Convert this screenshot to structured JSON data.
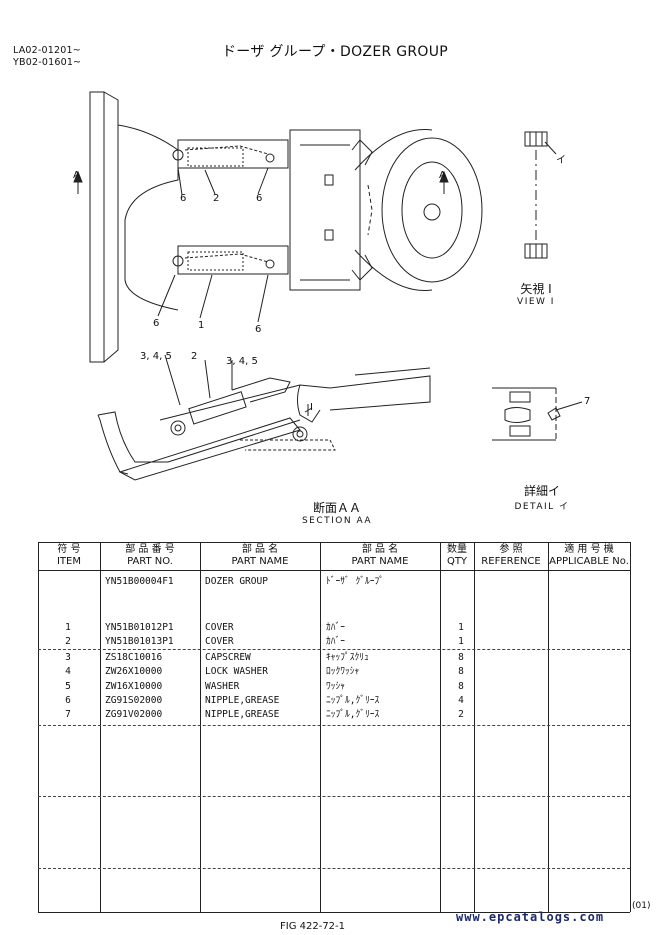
{
  "header": {
    "serial_1": "LA02-01201~",
    "serial_2": "YB02-01601~",
    "title": "ドーザ グループ・DOZER GROUP"
  },
  "drawing": {
    "callouts_top": [
      "6",
      "2",
      "6",
      "6",
      "1",
      "6"
    ],
    "section_marker": "A",
    "callouts_side": [
      "3, 4, 5",
      "2",
      "3, 4, 5"
    ],
    "view_marker": "I",
    "detail_callout": "7",
    "view_caption_jp": "矢視 I",
    "view_caption_en": "VIEW I",
    "view_marker_label": "イ",
    "section_caption_jp": "断面ＡＡ",
    "section_caption_en": "SECTION AA",
    "detail_caption_jp": "詳細イ",
    "detail_caption_en": "DETAIL イ"
  },
  "table": {
    "headers": [
      {
        "jp": "符 号",
        "en": "ITEM"
      },
      {
        "jp": "部 品 番 号",
        "en": "PART NO."
      },
      {
        "jp": "部 品 名",
        "en": "PART NAME"
      },
      {
        "jp": "部 品 名",
        "en": "PART NAME"
      },
      {
        "jp": "数量",
        "en": "QTY"
      },
      {
        "jp": "参 照",
        "en": "REFERENCE"
      },
      {
        "jp": "適 用 号 機",
        "en": "APPLICABLE No."
      }
    ],
    "rows": [
      {
        "item": "",
        "part_no": "YN51B00004F1",
        "name_en": "DOZER GROUP",
        "name_jp": "ﾄﾞｰｻﾞ ｸﾞﾙｰﾌﾟ",
        "qty": ""
      },
      {
        "item": "1",
        "part_no": "YN51B01012P1",
        "name_en": "COVER",
        "name_jp": "ｶﾊﾞｰ",
        "qty": "1"
      },
      {
        "item": "2",
        "part_no": "YN51B01013P1",
        "name_en": "COVER",
        "name_jp": "ｶﾊﾞｰ",
        "qty": "1"
      },
      {
        "item": "3",
        "part_no": "ZS18C10016",
        "name_en": "CAPSCREW",
        "name_jp": "ｷｬｯﾌﾟｽｸﾘｭ",
        "qty": "8"
      },
      {
        "item": "4",
        "part_no": "ZW26X10000",
        "name_en": "LOCK WASHER",
        "name_jp": "ﾛｯｸﾜｯｼｬ",
        "qty": "8"
      },
      {
        "item": "5",
        "part_no": "ZW16X10000",
        "name_en": "WASHER",
        "name_jp": "ﾜｯｼｬ",
        "qty": "8"
      },
      {
        "item": "6",
        "part_no": "ZG91S02000",
        "name_en": "NIPPLE,GREASE",
        "name_jp": "ﾆｯﾌﾟﾙ,ｸﾞﾘｰｽ",
        "qty": "4"
      },
      {
        "item": "7",
        "part_no": "ZG91V02000",
        "name_en": "NIPPLE,GREASE",
        "name_jp": "ﾆｯﾌﾟﾙ,ｸﾞﾘｰｽ",
        "qty": "2"
      }
    ]
  },
  "footer": {
    "figure": "FIG 422-72-1",
    "page": "(01)",
    "watermark": "www.epcatalogs.com"
  }
}
